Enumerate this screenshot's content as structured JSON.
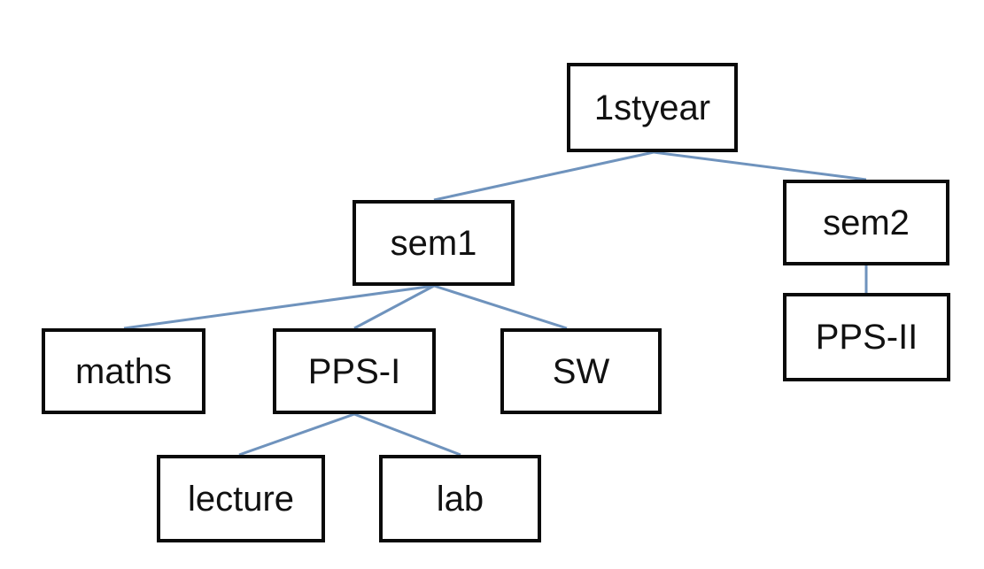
{
  "colors": {
    "box_border": "#0a0a0a",
    "connector": "#6f93bd",
    "background": "#ffffff"
  },
  "tree": {
    "root": "1styear",
    "nodes": [
      {
        "id": "year1",
        "label": "1styear",
        "parent": null
      },
      {
        "id": "sem1",
        "label": "sem1",
        "parent": "year1"
      },
      {
        "id": "sem2",
        "label": "sem2",
        "parent": "year1"
      },
      {
        "id": "maths",
        "label": "maths",
        "parent": "sem1"
      },
      {
        "id": "pps1",
        "label": "PPS-I",
        "parent": "sem1"
      },
      {
        "id": "sw",
        "label": "SW",
        "parent": "sem1"
      },
      {
        "id": "pps2",
        "label": "PPS-II",
        "parent": "sem2"
      },
      {
        "id": "lecture",
        "label": "lecture",
        "parent": "pps1"
      },
      {
        "id": "lab",
        "label": "lab",
        "parent": "pps1"
      }
    ]
  }
}
